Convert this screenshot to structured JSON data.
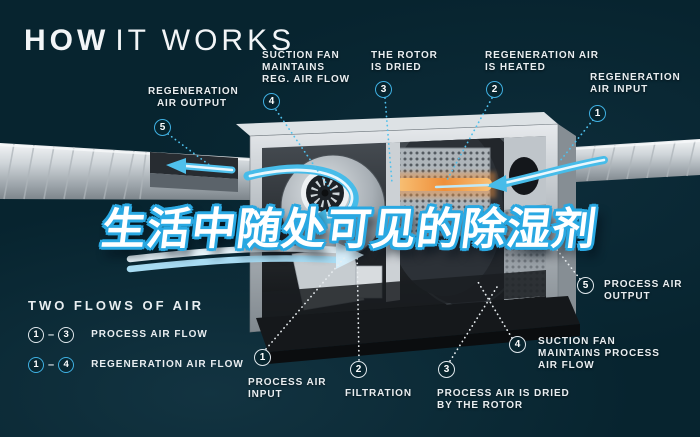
{
  "title": {
    "bold": "HOW",
    "light": "IT WORKS"
  },
  "banner": {
    "text": "生活中随处可见的除湿剂"
  },
  "colors": {
    "background": "#07242f",
    "accent_cyan": "#3fb0e2",
    "text": "#e9eef1",
    "heater_orange": "#ef8f3a"
  },
  "callouts": {
    "top": [
      {
        "num": "5",
        "lines": [
          "REGENERATION",
          "AIR OUTPUT"
        ]
      },
      {
        "num": "4",
        "lines": [
          "SUCTION FAN",
          "MAINTAINS",
          "REG. AIR FLOW"
        ]
      },
      {
        "num": "3",
        "lines": [
          "THE ROTOR",
          "IS DRIED"
        ]
      },
      {
        "num": "2",
        "lines": [
          "REGENERATION AIR",
          "IS HEATED"
        ]
      },
      {
        "num": "1",
        "lines": [
          "REGENERATION",
          "AIR INPUT"
        ]
      }
    ],
    "bottom": [
      {
        "num": "1",
        "lines": [
          "PROCESS AIR",
          "INPUT"
        ]
      },
      {
        "num": "2",
        "lines": [
          "FILTRATION"
        ]
      },
      {
        "num": "3",
        "lines": [
          "PROCESS AIR IS DRIED",
          "BY THE ROTOR"
        ]
      },
      {
        "num": "4",
        "lines": [
          "SUCTION FAN",
          "MAINTAINS PROCESS",
          "AIR FLOW"
        ]
      },
      {
        "num": "5",
        "lines": [
          "PROCESS AIR",
          "OUTPUT"
        ]
      }
    ]
  },
  "legend": {
    "title": "TWO FLOWS OF AIR",
    "separator": "–",
    "rows": [
      {
        "from": "1",
        "to": "3",
        "label": "PROCESS AIR FLOW",
        "style": "white"
      },
      {
        "from": "1",
        "to": "4",
        "label": "REGENERATION AIR FLOW",
        "style": "cyan"
      }
    ]
  }
}
